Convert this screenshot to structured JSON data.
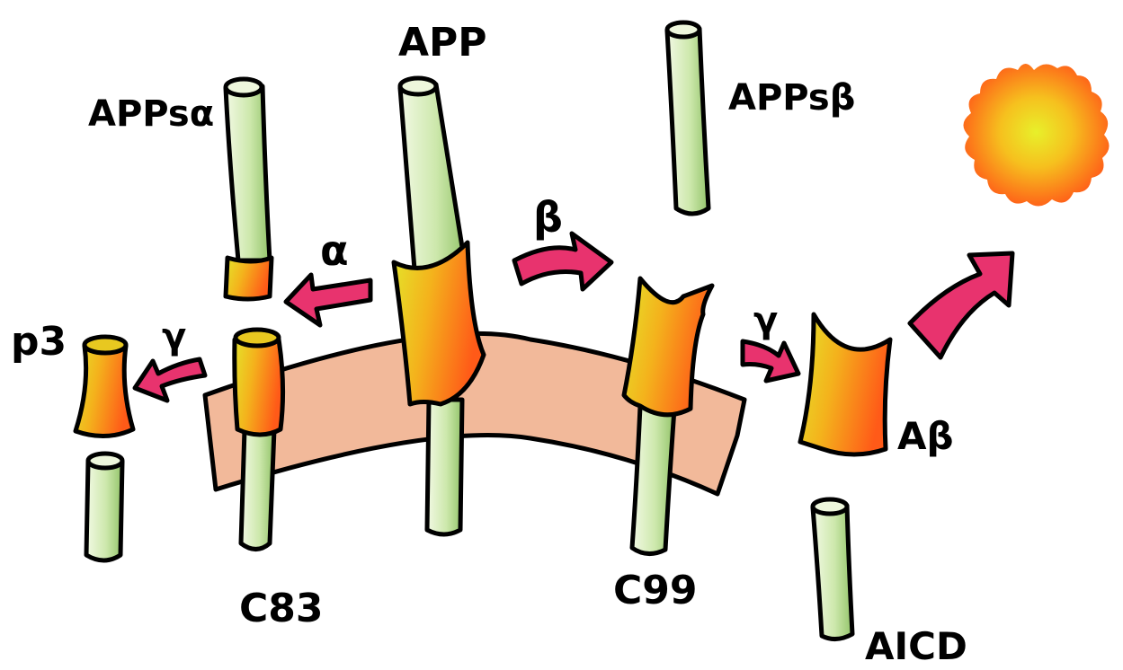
{
  "labels": {
    "app": "APP",
    "apps_alpha": "APPsα",
    "apps_beta": "APPsβ",
    "alpha": "α",
    "beta": "β",
    "gamma_left": "γ",
    "gamma_right": "γ",
    "p3": "p3",
    "c83": "C83",
    "c99": "C99",
    "abeta": "Aβ",
    "aicd": "AICD"
  },
  "colors": {
    "stalk_light": "#eef7dc",
    "stalk_dark": "#9ccc70",
    "domain_yellow": "#e6e62a",
    "domain_orange": "#ff6a1a",
    "membrane": "#f2b99a",
    "arrow": "#e8336e",
    "aggregate_center": "#e6f02a",
    "aggregate_edge": "#ff6a1a",
    "outline": "#000000"
  }
}
